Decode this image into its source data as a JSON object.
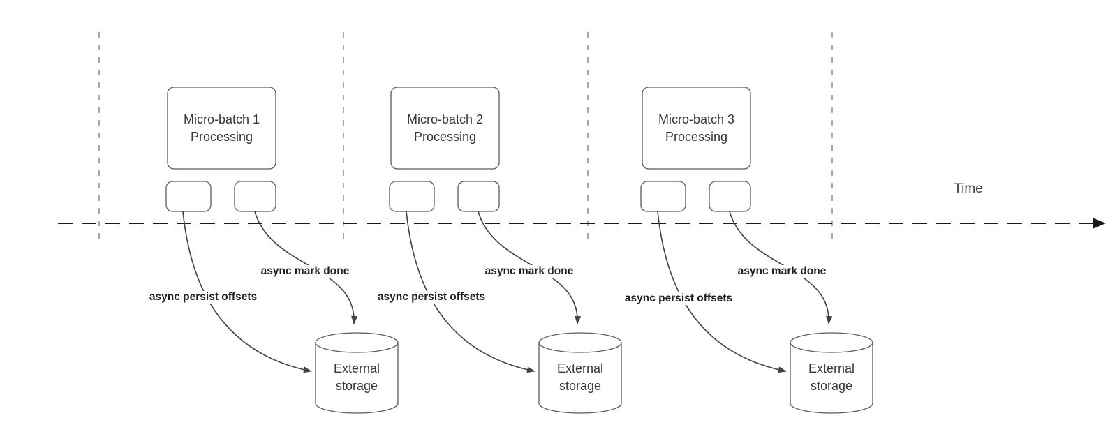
{
  "diagram": {
    "time_axis_label": "Time",
    "batches": [
      {
        "title": "Micro-batch 1 Processing",
        "persist_label": "async persist offsets",
        "done_label": "async mark done",
        "storage_label": "External storage"
      },
      {
        "title": "Micro-batch 2 Processing",
        "persist_label": "async persist offsets",
        "done_label": "async mark done",
        "storage_label": "External storage"
      },
      {
        "title": "Micro-batch 3 Processing",
        "persist_label": "async persist offsets",
        "done_label": "async mark done",
        "storage_label": "External storage"
      }
    ],
    "colors": {
      "background": "#ffffff",
      "shape_stroke": "#565b66",
      "edge_stroke": "#3b4252",
      "shape_text": "#33373e",
      "edge_label_text": "#1b2028",
      "time_axis": "#1a1a1a",
      "gridline": "#a9a9a9"
    }
  }
}
